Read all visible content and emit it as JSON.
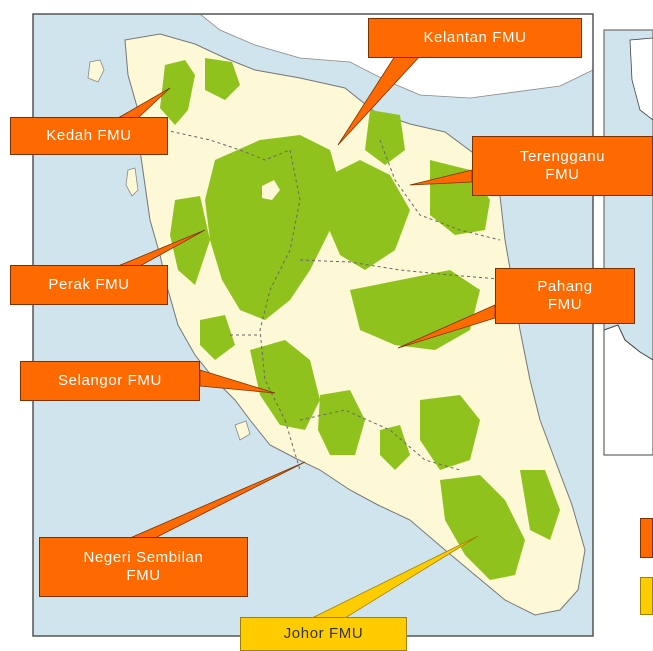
{
  "map": {
    "sea_color": "#cfe4ec",
    "land_color": "#fdf8d6",
    "forest_color": "#8fc21c",
    "neighbor_color": "#ffffff",
    "frame_color": "#555555"
  },
  "callouts": [
    {
      "id": "kelantan",
      "label": "Kelantan FMU",
      "category": "orange"
    },
    {
      "id": "kedah",
      "label": "Kedah FMU",
      "category": "orange"
    },
    {
      "id": "terengganu",
      "label": "Terengganu\nFMU",
      "category": "orange"
    },
    {
      "id": "perak",
      "label": "Perak FMU",
      "category": "orange"
    },
    {
      "id": "pahang",
      "label": "Pahang\nFMU",
      "category": "orange"
    },
    {
      "id": "selangor",
      "label": "Selangor FMU",
      "category": "orange"
    },
    {
      "id": "negeri-sembilan",
      "label": "Negeri Sembilan\nFMU",
      "category": "orange"
    },
    {
      "id": "johor",
      "label": "Johor FMU",
      "category": "yellow"
    }
  ],
  "legend": {
    "orange_color": "#ff6a00",
    "yellow_color": "#ffcc00"
  }
}
